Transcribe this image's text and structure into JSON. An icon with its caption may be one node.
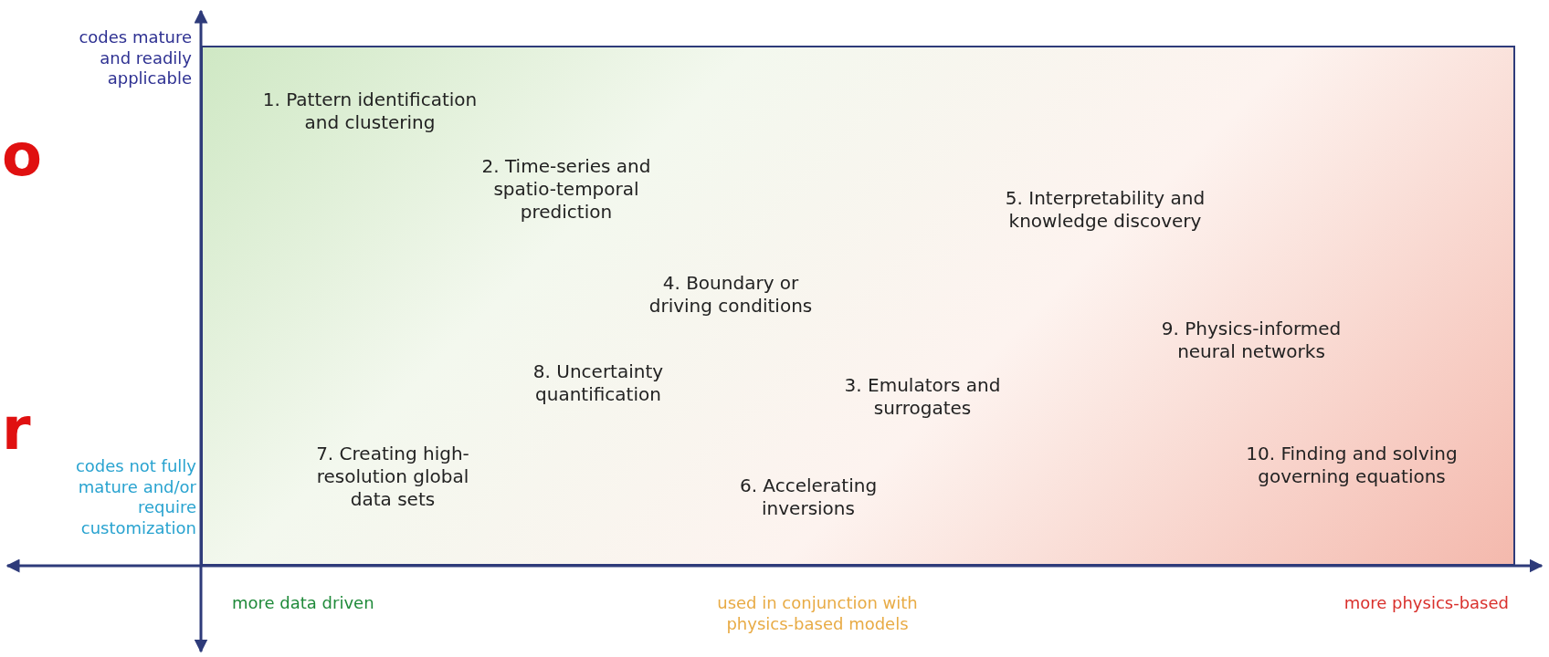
{
  "diagram": {
    "labels": [
      "o",
      "codes mature and readily applicable",
      "1. Pattern identification and clustering",
      "2. Time-series and spatio-temporal prediction",
      "5. Interpretability and knowledge discovery",
      "4. Boundary or driving conditions",
      "9. Physics-informed neural networks",
      "8. Uncertainty quantification",
      "3. Emulators and surrogates",
      "r",
      "codes not fully mature and/or require customization",
      "7. Creating high-resolution global data sets",
      "10. Finding and solving governing equations",
      "6. Accelerating inversions",
      "more data driven",
      "used in conjunction with physics-based models",
      "more physics-based"
    ]
  }
}
